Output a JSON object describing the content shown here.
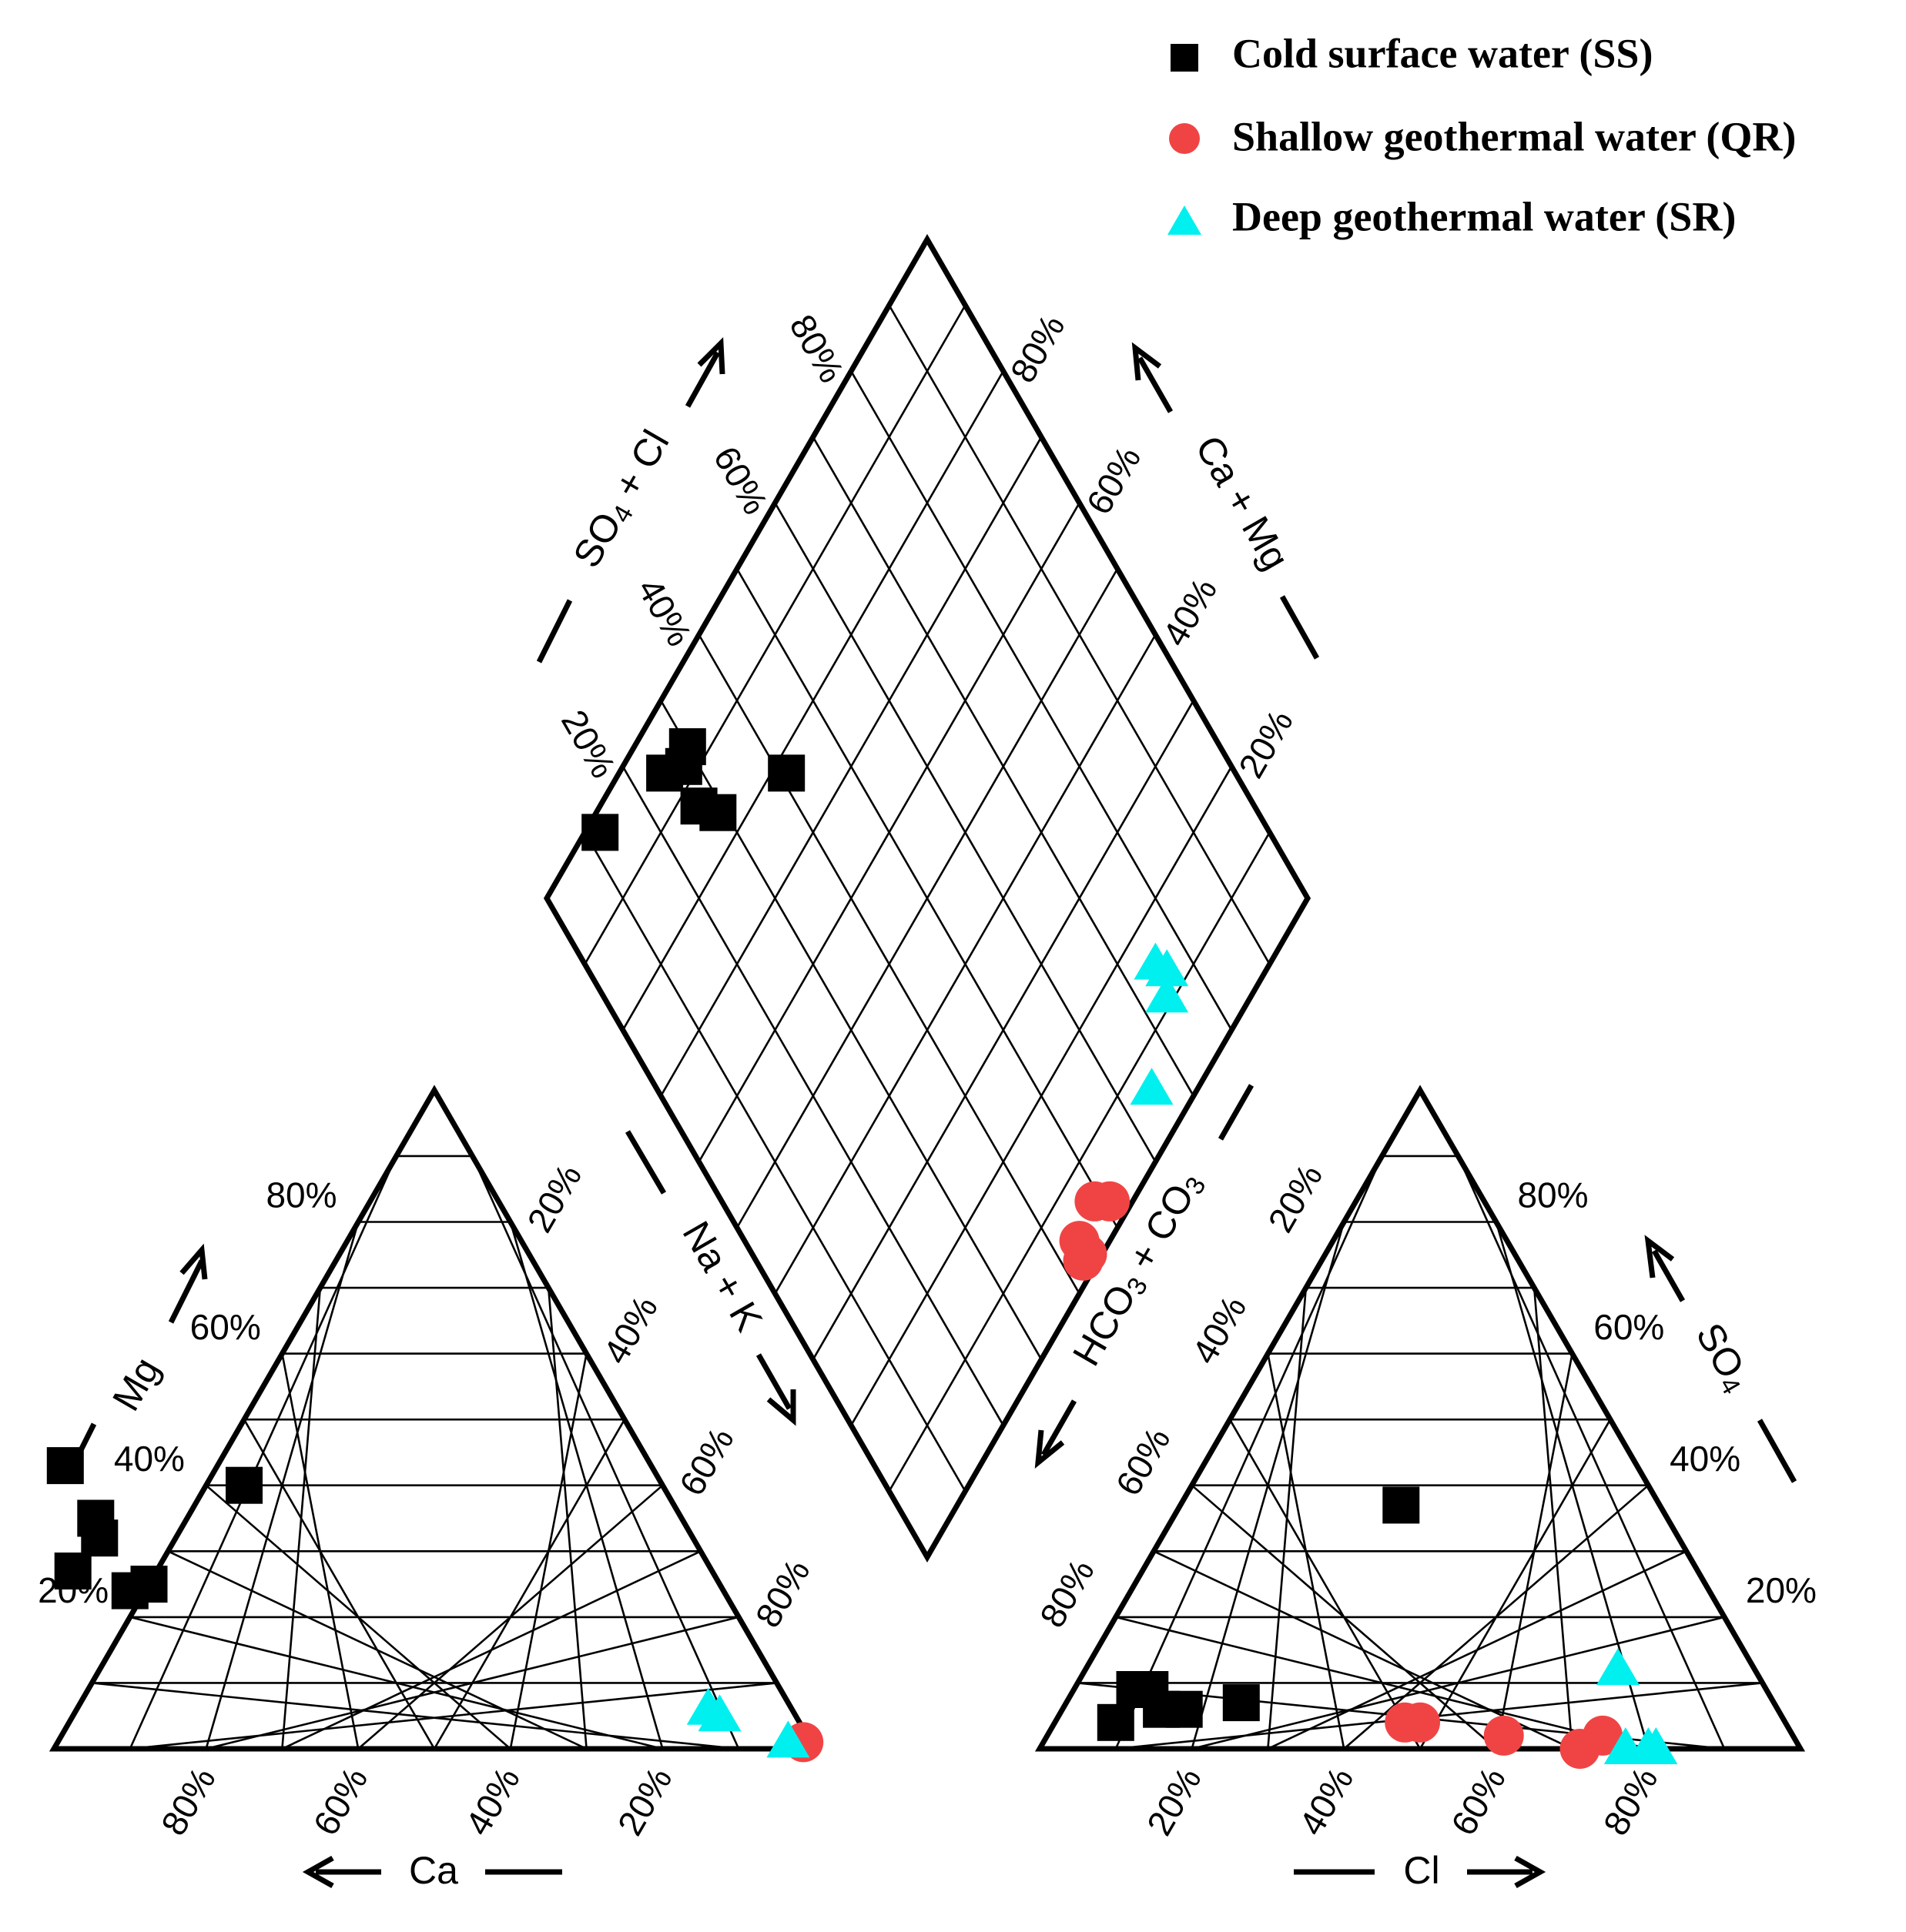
{
  "legend": {
    "items": [
      {
        "label": "Cold surface water  (SS)",
        "marker": "square",
        "color": "#000000"
      },
      {
        "label": "Shallow geothermal water   (QR)",
        "marker": "circle",
        "color": "#f04444"
      },
      {
        "label": "Deep geothermal water (SR)",
        "marker": "triangle",
        "color": "#00f0f0"
      }
    ]
  },
  "axes": {
    "cation_left": "Mg",
    "cation_bottom": "Ca",
    "cation_right": "Na + K",
    "anion_left": "HCO",
    "anion_left_sub": "3",
    "anion_left_mid": " + CO",
    "anion_left_sub2": "3",
    "anion_bottom": "Cl",
    "anion_right": "SO",
    "anion_right_sub": "4",
    "diamond_left": "SO",
    "diamond_left_sub": "4",
    "diamond_left_tail": " + Cl",
    "diamond_right": "Ca + Mg"
  },
  "tick_labels": [
    "20%",
    "40%",
    "60%",
    "80%"
  ],
  "chart_data": {
    "type": "scatter",
    "subtype": "piper-diagram",
    "units": "% meq",
    "grid_step": 10,
    "series": [
      {
        "name": "Cold surface water  (SS)",
        "marker": "square",
        "color": "#000000",
        "cations": [
          {
            "Ca": 77,
            "Mg": 43
          },
          {
            "Ca": 55,
            "Mg": 40
          },
          {
            "Ca": 77,
            "Mg": 35
          },
          {
            "Ca": 78,
            "Mg": 32
          },
          {
            "Ca": 84,
            "Mg": 27
          },
          {
            "Ca": 78,
            "Mg": 24
          },
          {
            "Ca": 75,
            "Mg": 25
          }
        ],
        "anions": [
          {
            "Cl": 10,
            "SO4": 9
          },
          {
            "Cl": 8,
            "SO4": 4
          },
          {
            "Cl": 13,
            "SO4": 6
          },
          {
            "Cl": 16,
            "SO4": 6
          },
          {
            "Cl": 23,
            "SO4": 7
          },
          {
            "Cl": 29,
            "SO4": 37
          },
          {
            "Cl": 8,
            "SO4": 9
          }
        ],
        "diamond": [
          {
            "SO4+Cl": 41,
            "Ca+Mg": 78
          },
          {
            "SO4+Cl": 27,
            "Ca+Mg": 87
          },
          {
            "SO4+Cl": 29,
            "Ca+Mg": 84
          },
          {
            "SO4+Cl": 30,
            "Ca+Mg": 93
          },
          {
            "SO4+Cl": 28,
            "Ca+Mg": 92
          },
          {
            "SO4+Cl": 25,
            "Ca+Mg": 94
          },
          {
            "SO4+Cl": 12,
            "Ca+Mg": 98
          }
        ]
      },
      {
        "name": "Shallow geothermal water   (QR)",
        "marker": "circle",
        "color": "#f04444",
        "cations": [
          {
            "Ca": 1,
            "Mg": 1
          }
        ],
        "anions": [
          {
            "Cl": 48,
            "SO4": 4
          },
          {
            "Cl": 46,
            "SO4": 4
          },
          {
            "Cl": 60,
            "SO4": 2
          },
          {
            "Cl": 71,
            "SO4": 0
          },
          {
            "Cl": 73,
            "SO4": 2
          }
        ],
        "diamond": [
          {
            "SO4+Cl": 51,
            "Ca+Mg": 3
          },
          {
            "SO4+Cl": 49,
            "Ca+Mg": 5
          },
          {
            "SO4+Cl": 44,
            "Ca+Mg": 4
          },
          {
            "SO4+Cl": 44,
            "Ca+Mg": 2
          },
          {
            "SO4+Cl": 43,
            "Ca+Mg": 2
          }
        ]
      },
      {
        "name": "Deep geothermal water (SR)",
        "marker": "triangle",
        "color": "#00f0f0",
        "cations": [
          {
            "Ca": 11,
            "Mg": 6
          },
          {
            "Ca": 10,
            "Mg": 5
          },
          {
            "Ca": 3,
            "Mg": 1
          }
        ],
        "anions": [
          {
            "Cl": 70,
            "SO4": 12
          },
          {
            "Cl": 77,
            "SO4": 0
          },
          {
            "Cl": 80,
            "SO4": 0
          },
          {
            "Cl": 81,
            "SO4": 0
          }
        ],
        "diamond": [
          {
            "SO4+Cl": 74,
            "Ca+Mg": 11
          },
          {
            "SO4+Cl": 76,
            "Ca+Mg": 13
          },
          {
            "SO4+Cl": 75,
            "Ca+Mg": 15
          },
          {
            "SO4+Cl": 65,
            "Ca+Mg": 6
          }
        ]
      }
    ]
  }
}
